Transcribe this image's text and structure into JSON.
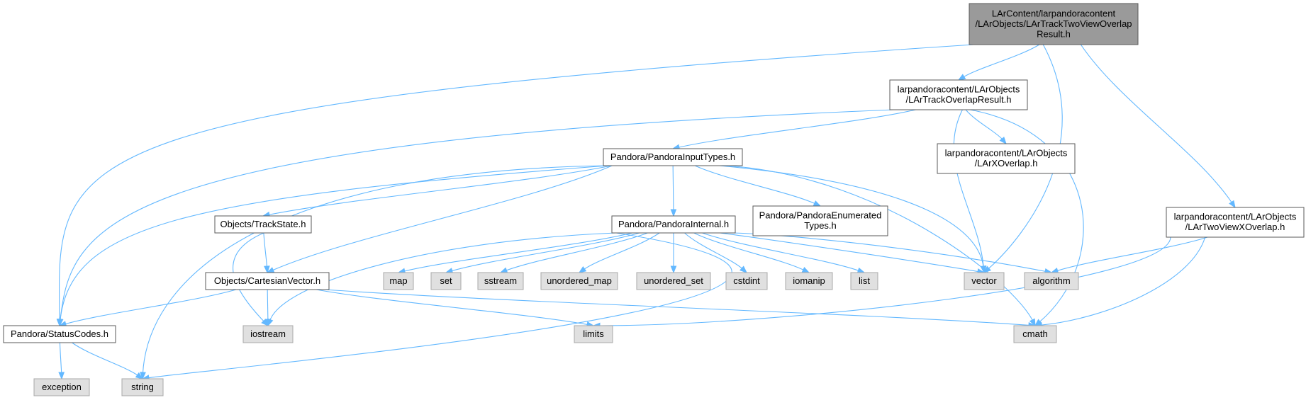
{
  "colors": {
    "edge": "#63b8ff",
    "root_fill": "#9a9a9a",
    "file_fill": "#ffffff",
    "system_fill": "#e0e0e0",
    "border": "#5a5a5a"
  },
  "nodes": {
    "root": {
      "lines": [
        "LArContent/larpandoracontent",
        "/LArObjects/LArTrackTwoViewOverlap",
        "Result.h"
      ]
    },
    "track_overlap_result": {
      "lines": [
        "larpandoracontent/LArObjects",
        "/LArTrackOverlapResult.h"
      ]
    },
    "pandora_input_types": {
      "lines": [
        "Pandora/PandoraInputTypes.h"
      ]
    },
    "lar_x_overlap": {
      "lines": [
        "larpandoracontent/LArObjects",
        "/LArXOverlap.h"
      ]
    },
    "two_view_x_overlap": {
      "lines": [
        "larpandoracontent/LArObjects",
        "/LArTwoViewXOverlap.h"
      ]
    },
    "track_state": {
      "lines": [
        "Objects/TrackState.h"
      ]
    },
    "pandora_internal": {
      "lines": [
        "Pandora/PandoraInternal.h"
      ]
    },
    "pandora_enumerated_types": {
      "lines": [
        "Pandora/PandoraEnumerated",
        "Types.h"
      ]
    },
    "cartesian_vector": {
      "lines": [
        "Objects/CartesianVector.h"
      ]
    },
    "status_codes": {
      "lines": [
        "Pandora/StatusCodes.h"
      ]
    },
    "map": {
      "lines": [
        "map"
      ]
    },
    "set": {
      "lines": [
        "set"
      ]
    },
    "sstream": {
      "lines": [
        "sstream"
      ]
    },
    "unordered_map": {
      "lines": [
        "unordered_map"
      ]
    },
    "unordered_set": {
      "lines": [
        "unordered_set"
      ]
    },
    "cstdint": {
      "lines": [
        "cstdint"
      ]
    },
    "iomanip": {
      "lines": [
        "iomanip"
      ]
    },
    "list": {
      "lines": [
        "list"
      ]
    },
    "vector": {
      "lines": [
        "vector"
      ]
    },
    "algorithm": {
      "lines": [
        "algorithm"
      ]
    },
    "iostream": {
      "lines": [
        "iostream"
      ]
    },
    "limits": {
      "lines": [
        "limits"
      ]
    },
    "cmath": {
      "lines": [
        "cmath"
      ]
    },
    "exception": {
      "lines": [
        "exception"
      ]
    },
    "string": {
      "lines": [
        "string"
      ]
    }
  },
  "edges": [
    [
      "root",
      "track_overlap_result"
    ],
    [
      "root",
      "two_view_x_overlap"
    ],
    [
      "root",
      "vector"
    ],
    [
      "root",
      "status_codes"
    ],
    [
      "track_overlap_result",
      "pandora_input_types"
    ],
    [
      "track_overlap_result",
      "lar_x_overlap"
    ],
    [
      "track_overlap_result",
      "vector"
    ],
    [
      "track_overlap_result",
      "cmath"
    ],
    [
      "track_overlap_result",
      "status_codes"
    ],
    [
      "pandora_input_types",
      "track_state"
    ],
    [
      "pandora_input_types",
      "pandora_internal"
    ],
    [
      "pandora_input_types",
      "pandora_enumerated_types"
    ],
    [
      "pandora_input_types",
      "cartesian_vector"
    ],
    [
      "pandora_input_types",
      "status_codes"
    ],
    [
      "pandora_input_types",
      "string"
    ],
    [
      "pandora_input_types",
      "vector"
    ],
    [
      "pandora_input_types",
      "cmath"
    ],
    [
      "two_view_x_overlap",
      "algorithm"
    ],
    [
      "two_view_x_overlap",
      "limits"
    ],
    [
      "two_view_x_overlap",
      "cmath"
    ],
    [
      "track_state",
      "cartesian_vector"
    ],
    [
      "track_state",
      "iostream"
    ],
    [
      "pandora_internal",
      "map"
    ],
    [
      "pandora_internal",
      "set"
    ],
    [
      "pandora_internal",
      "sstream"
    ],
    [
      "pandora_internal",
      "unordered_map"
    ],
    [
      "pandora_internal",
      "unordered_set"
    ],
    [
      "pandora_internal",
      "cstdint"
    ],
    [
      "pandora_internal",
      "iomanip"
    ],
    [
      "pandora_internal",
      "list"
    ],
    [
      "pandora_internal",
      "vector"
    ],
    [
      "pandora_internal",
      "algorithm"
    ],
    [
      "pandora_internal",
      "iostream"
    ],
    [
      "pandora_internal",
      "string"
    ],
    [
      "cartesian_vector",
      "status_codes"
    ],
    [
      "cartesian_vector",
      "iostream"
    ],
    [
      "cartesian_vector",
      "limits"
    ],
    [
      "cartesian_vector",
      "cmath"
    ],
    [
      "status_codes",
      "exception"
    ],
    [
      "status_codes",
      "string"
    ]
  ]
}
